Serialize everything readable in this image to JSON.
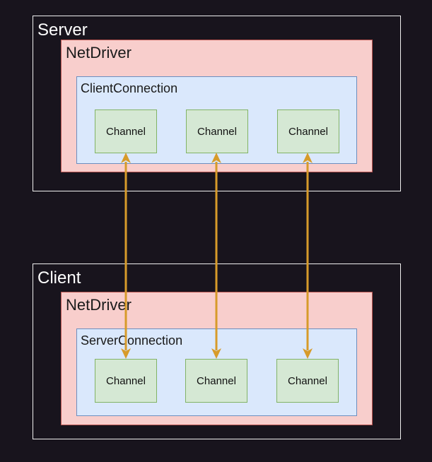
{
  "server": {
    "label": "Server",
    "driver_label": "NetDriver",
    "connection_label": "ClientConnection",
    "channels": [
      "Channel",
      "Channel",
      "Channel"
    ]
  },
  "client": {
    "label": "Client",
    "driver_label": "NetDriver",
    "connection_label": "ServerConnection",
    "channels": [
      "Channel",
      "Channel",
      "Channel"
    ]
  },
  "colors": {
    "background": "#18141d",
    "outer_border": "#f0f0f0",
    "driver_fill": "#f8cecc",
    "driver_border": "#b85450",
    "connection_fill": "#dae8fc",
    "connection_border": "#6c8ebf",
    "channel_fill": "#d5e8d4",
    "channel_border": "#82b366",
    "link_color": "#d79b2a"
  },
  "links": {
    "count": 3,
    "style": "bidirectional-arrow"
  }
}
